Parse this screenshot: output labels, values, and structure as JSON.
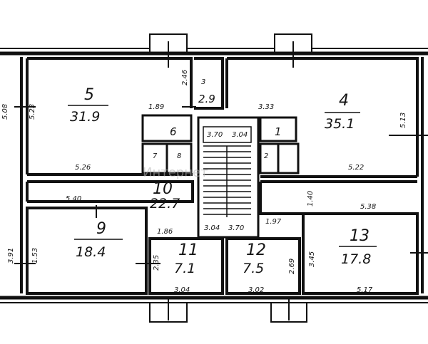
{
  "rooms": [
    {
      "id": "room-5",
      "number": "5",
      "area": "31.9"
    },
    {
      "id": "room-4",
      "number": "4",
      "area": "35.1"
    },
    {
      "id": "room-3",
      "number": "3",
      "area": "2.9"
    },
    {
      "id": "room-6",
      "number": "6",
      "area": ""
    },
    {
      "id": "room-1",
      "number": "1",
      "area": ""
    },
    {
      "id": "room-7",
      "number": "7",
      "area": ""
    },
    {
      "id": "room-8",
      "number": "8",
      "area": ""
    },
    {
      "id": "room-2",
      "number": "2",
      "area": ""
    },
    {
      "id": "room-10",
      "number": "10",
      "area": "22.7"
    },
    {
      "id": "room-9",
      "number": "9",
      "area": "18.4"
    },
    {
      "id": "room-11",
      "number": "11",
      "area": "7.1"
    },
    {
      "id": "room-12",
      "number": "12",
      "area": "7.5"
    },
    {
      "id": "room-13",
      "number": "13",
      "area": "17.8"
    }
  ],
  "dimensions": [
    "5.08",
    "5.23",
    "2.46",
    "1.89",
    "3.33",
    "5.13",
    "5.26",
    "5.22",
    "5.40",
    "1.40",
    "5.38",
    "1.86",
    "1.97",
    "3.91",
    "1.53",
    "2.35",
    "2.69",
    "3.45",
    "3.04",
    "3.02",
    "5.17",
    "3.70",
    "3.04",
    "3.04",
    "3.70"
  ],
  "watermark": "Интернет"
}
